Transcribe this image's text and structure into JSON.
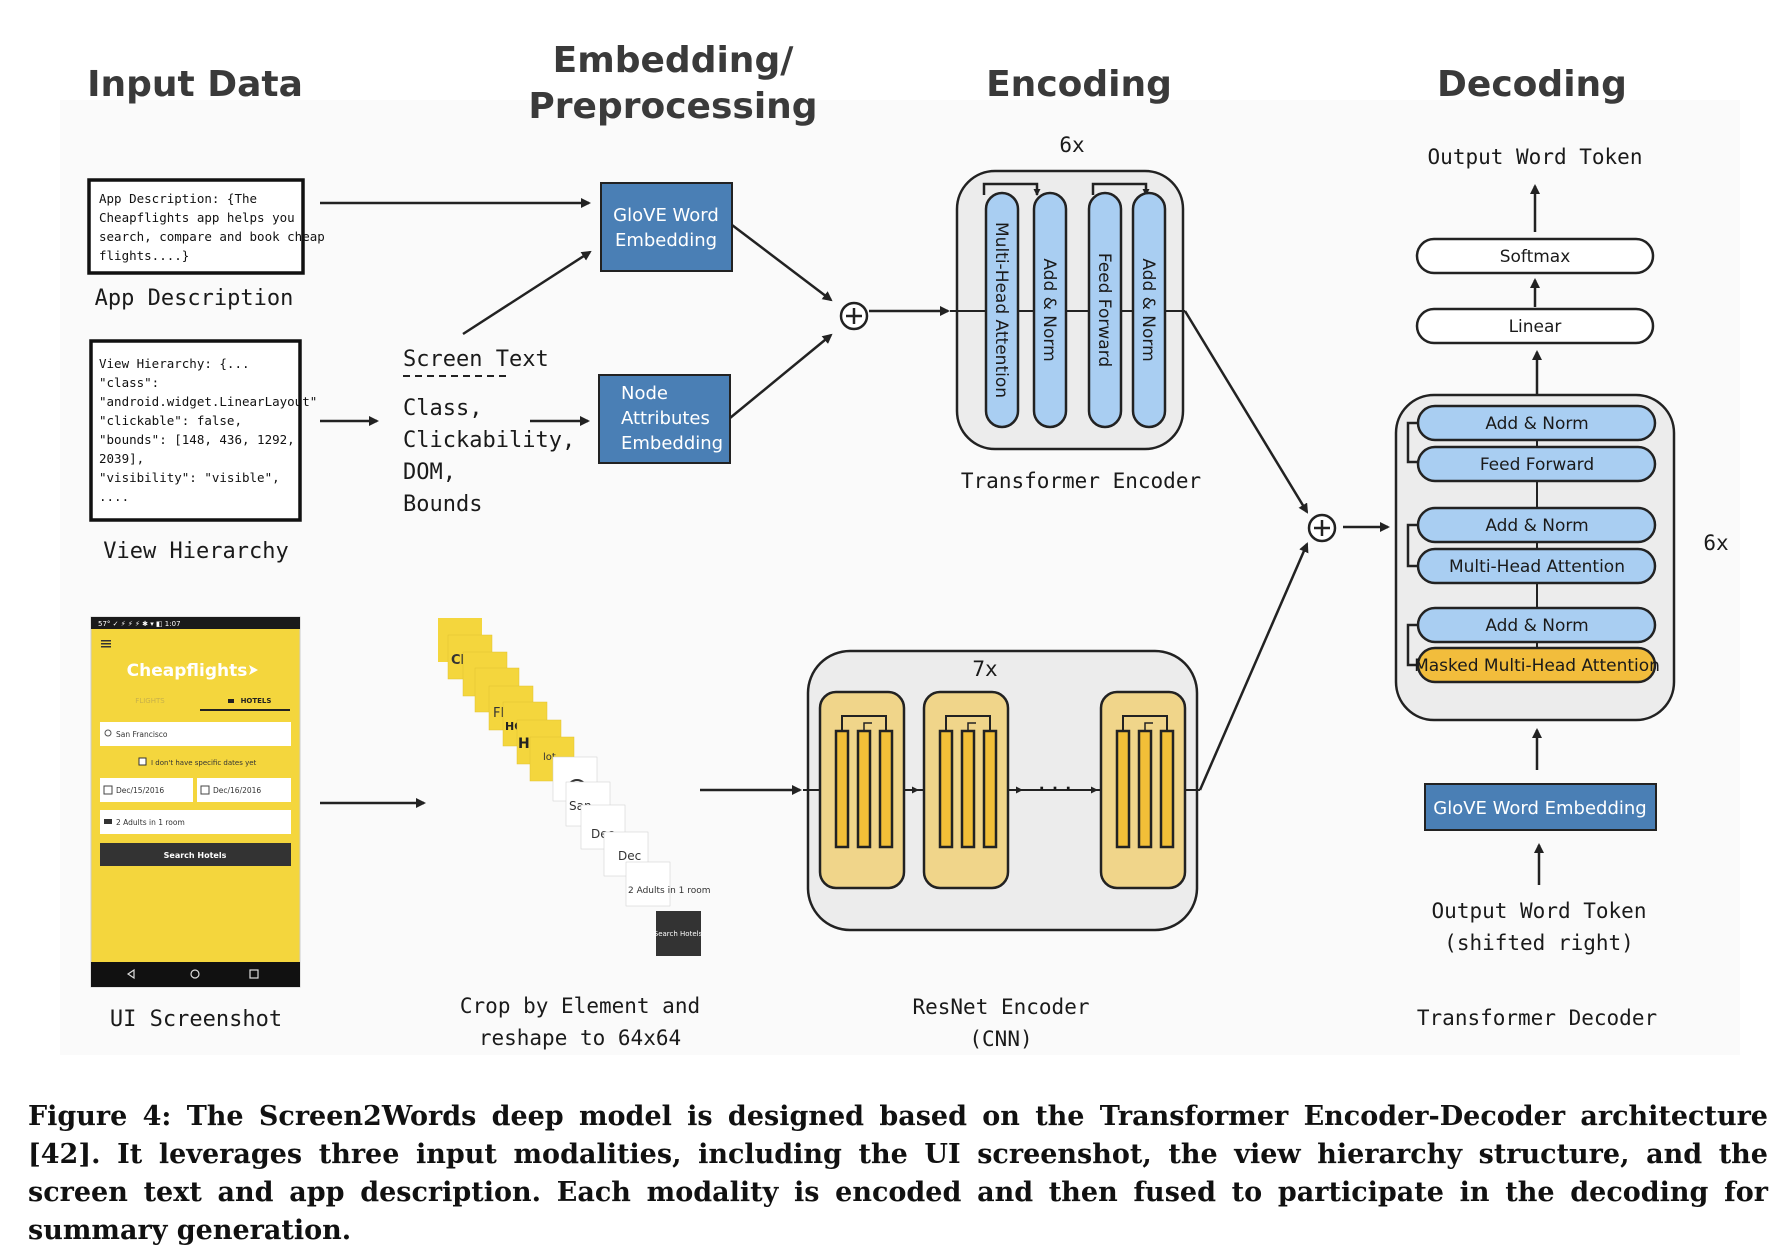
{
  "headers": {
    "input": "Input Data",
    "embedding_line1": "Embedding/",
    "embedding_line2": "Preprocessing",
    "encoding": "Encoding",
    "decoding": "Decoding"
  },
  "app_description": {
    "box_lines": [
      "App Description: {The",
      "Cheapflights app helps you",
      "search, compare and book cheap",
      "flights....}"
    ],
    "label": "App Description"
  },
  "view_hierarchy": {
    "box_lines": [
      "View Hierarchy: {...",
      "\"class\":",
      "\"android.widget.LinearLayout\"",
      "\"clickable\": false,",
      "\"bounds\": [148,  436,  1292,",
      "2039],",
      " \"visibility\": \"visible\",",
      "...."
    ],
    "label": "View Hierarchy"
  },
  "screen_text": {
    "title": "Screen Text",
    "attrs": [
      "Class,",
      "Clickability,",
      "DOM,",
      "Bounds"
    ]
  },
  "glove_top": {
    "line1": "GloVE Word",
    "line2": "Embedding"
  },
  "node_attr": {
    "line1": "Node",
    "line2": "Attributes",
    "line3": "Embedding"
  },
  "transformer_encoder": {
    "repeat": "6x",
    "columns": [
      "Multi-Head Attention",
      "Add & Norm",
      "Feed Forward",
      "Add & Norm"
    ],
    "label": "Transformer Encoder"
  },
  "phone": {
    "status": "57° ✓ ⚡ ⚡ ⚡   ✱ ▾ ◧ 1:07",
    "brand": "Cheapflights",
    "tab_flights": "FLIGHTS",
    "tab_hotels": "HOTELS",
    "location": "San Francisco",
    "checkbox": "I don't have specific dates yet",
    "date_in": "Dec/15/2016",
    "date_out": "Dec/16/2016",
    "guests": "2 Adults in 1 room",
    "search_button": "Search Hotels",
    "label": "UI Screenshot"
  },
  "crop": {
    "fragments": [
      "Che",
      "FL",
      "HOTELS",
      "HO",
      "lot",
      "San",
      "Dec",
      "Dec",
      "2 Adults in 1 room",
      "Search Hotels"
    ],
    "label_line1": "Crop by Element and",
    "label_line2": "reshape to 64x64"
  },
  "resnet": {
    "repeat": "7x",
    "ellipsis": "···",
    "label_line1": "ResNet Encoder",
    "label_line2": "(CNN)"
  },
  "decoder": {
    "output_token": "Output Word Token",
    "softmax": "Softmax",
    "linear": "Linear",
    "layers": [
      "Add & Norm",
      "Feed Forward",
      "Add & Norm",
      "Multi-Head Attention",
      "Add & Norm",
      "Masked Multi-Head Attention"
    ],
    "repeat": "6x",
    "glove": "GloVE Word Embedding",
    "input_line1": "Output Word Token",
    "input_line2": "(shifted right)",
    "label": "Transformer Decoder"
  },
  "colors": {
    "blue_box": "#4a7fb5",
    "light_blue": "#a9cef2",
    "orange": "#f2bd3c",
    "yellow_app": "#f4d63d",
    "resnet_block": "#f0d58a",
    "resnet_bar": "#f2bf38",
    "gray_panel": "#ececec"
  },
  "caption": "Figure 4: The Screen2Words deep model is designed based on the Transformer Encoder-Decoder architecture [42]. It leverages three input modalities, including the UI screenshot, the view hierarchy structure, and the screen text and app description. Each modality is encoded and then fused to participate in the decoding for summary generation."
}
